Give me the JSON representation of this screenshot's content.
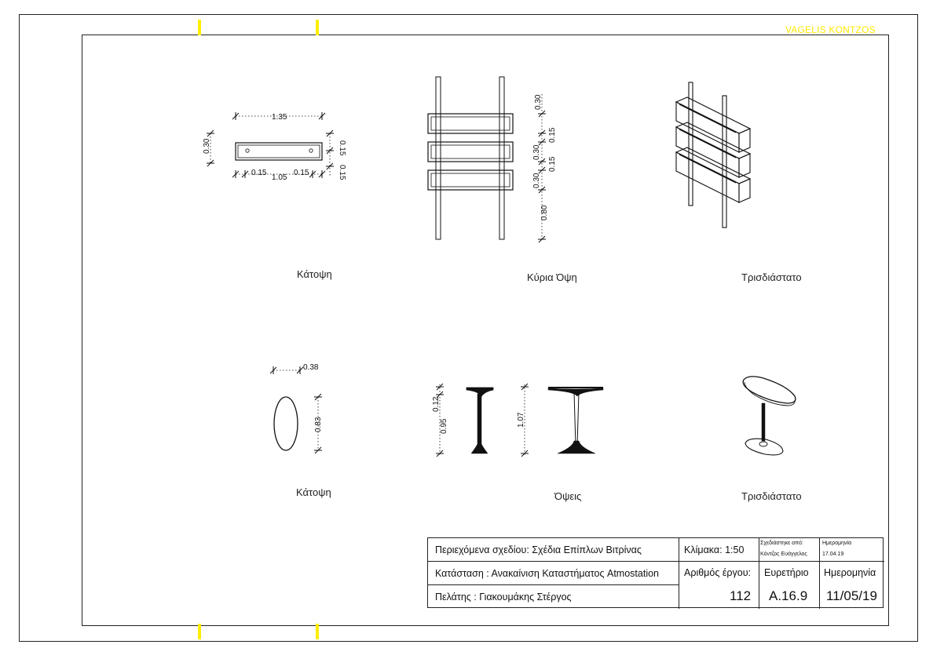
{
  "author": "VAGELIS KONTZOS",
  "captions": {
    "shelf_plan": "Κάτοψη",
    "shelf_front": "Κύρια Όψη",
    "shelf_3d": "Τρισδιάστατο",
    "table_plan": "Κάτοψη",
    "table_views": "Όψεις",
    "table_3d": "Τρισδιάστατο"
  },
  "dimensions": {
    "shelf_plan": {
      "width": "1.35",
      "inner": "1.05",
      "left_offset": "0.15",
      "right_offset": "0.15",
      "depth": "0.30",
      "right_top": "0.15",
      "right_bottom": "0.15"
    },
    "shelf_front": {
      "d1": "0.30",
      "d2": "0.15",
      "d3": "0.30",
      "d4": "0.15",
      "d5": "0.30",
      "d6": "0.80"
    },
    "table_plan": {
      "width": "0.38",
      "length": "0.83"
    },
    "table_views": {
      "top_thickness": "0.12",
      "height_side": "0.95",
      "height_front": "1.07"
    }
  },
  "title_block": {
    "contents": "Περιεχόμενα σχεδίου: Σχέδια Επίπλων Βιτρίνας",
    "status": "Κατάσταση : Ανακαίνιση Καταστήματος Atmostation",
    "client": "Πελάτης : Γιακουμάκης Στέργος",
    "scale": "Κλίμακα: 1:50",
    "drawn_by_label": "Σχεδιάστηκε από:",
    "drawn_by": "Κόντζος Ευάγγελος",
    "date_label_small": "Ημερομηνία",
    "date_small": "17.04.19",
    "project_no_label": "Αριθμός έργου:",
    "project_no": "112",
    "index_label": "Ευρετήριο",
    "index": "A.16.9",
    "date_label": "Ημερομηνία",
    "date": "11/05/19"
  }
}
